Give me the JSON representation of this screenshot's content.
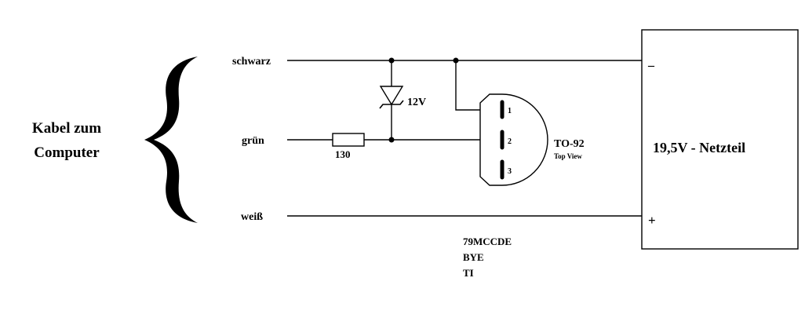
{
  "left": {
    "label_line1": "Kabel zum",
    "label_line2": "Computer"
  },
  "wires": {
    "top": "schwarz",
    "middle": "grün",
    "bottom": "weiß"
  },
  "components": {
    "resistor_value": "130",
    "diode_label": "12V",
    "regulator_package": "TO-92",
    "regulator_view": "Top View",
    "pins": [
      "1",
      "2",
      "3"
    ]
  },
  "chip_marking": {
    "line1": "79MCCDE",
    "line2": "BYE",
    "line3": "TI"
  },
  "power_supply": {
    "label": "19,5V - Netzteil",
    "minus": "–",
    "plus": "+"
  },
  "colors": {
    "ink": "#000000",
    "background": "#ffffff"
  }
}
